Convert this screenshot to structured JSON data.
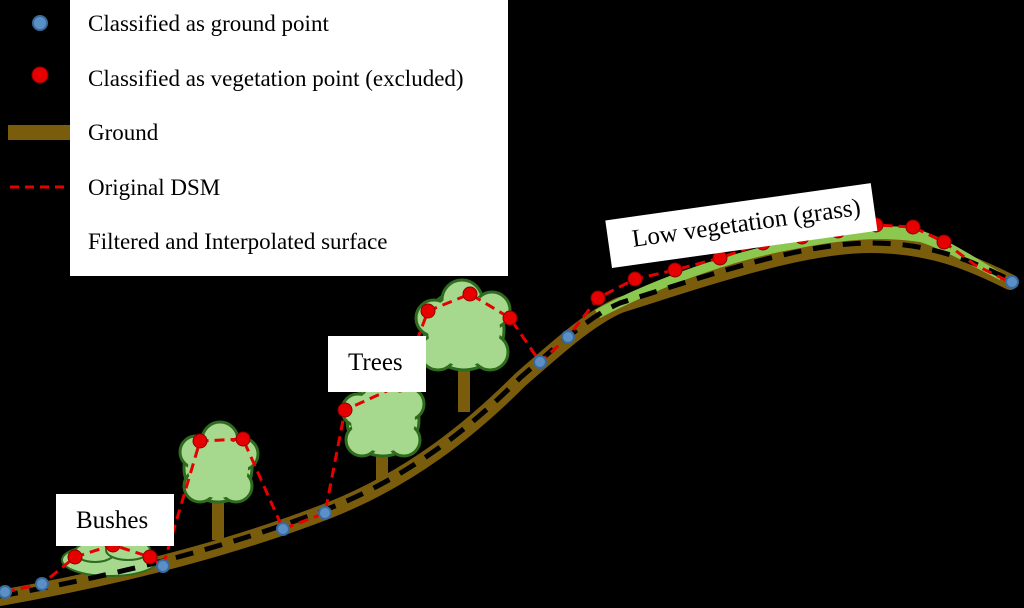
{
  "legend": {
    "items": [
      {
        "label": "Classified as ground point",
        "symbol": "blue-circle-icon",
        "color": "#5b8fc7"
      },
      {
        "label": "Classified as vegetation point (excluded)",
        "symbol": "red-circle-icon",
        "color": "#e60000"
      },
      {
        "label": "Ground",
        "symbol": "brown-band-icon",
        "color": "#7a5c0d"
      },
      {
        "label": "Original DSM",
        "symbol": "red-dashed-line-icon",
        "color": "#e60000"
      },
      {
        "label": "Filtered and Interpolated surface",
        "symbol": "black-dashed-line-icon",
        "color": "#000000"
      }
    ]
  },
  "labels": {
    "bushes": "Bushes",
    "trees": "Trees",
    "low_vegetation": "Low vegetation (grass)"
  },
  "colors": {
    "background": "#000000",
    "ground": "#7a5c0d",
    "foliage": "#a6d98e",
    "foliage_outline": "#2e6b1e",
    "trunk": "#7a5c0d",
    "grass": "#8cc850",
    "dsm": "#e60000",
    "ground_point": "#5b8fc7",
    "vegetation_point": "#e60000"
  }
}
